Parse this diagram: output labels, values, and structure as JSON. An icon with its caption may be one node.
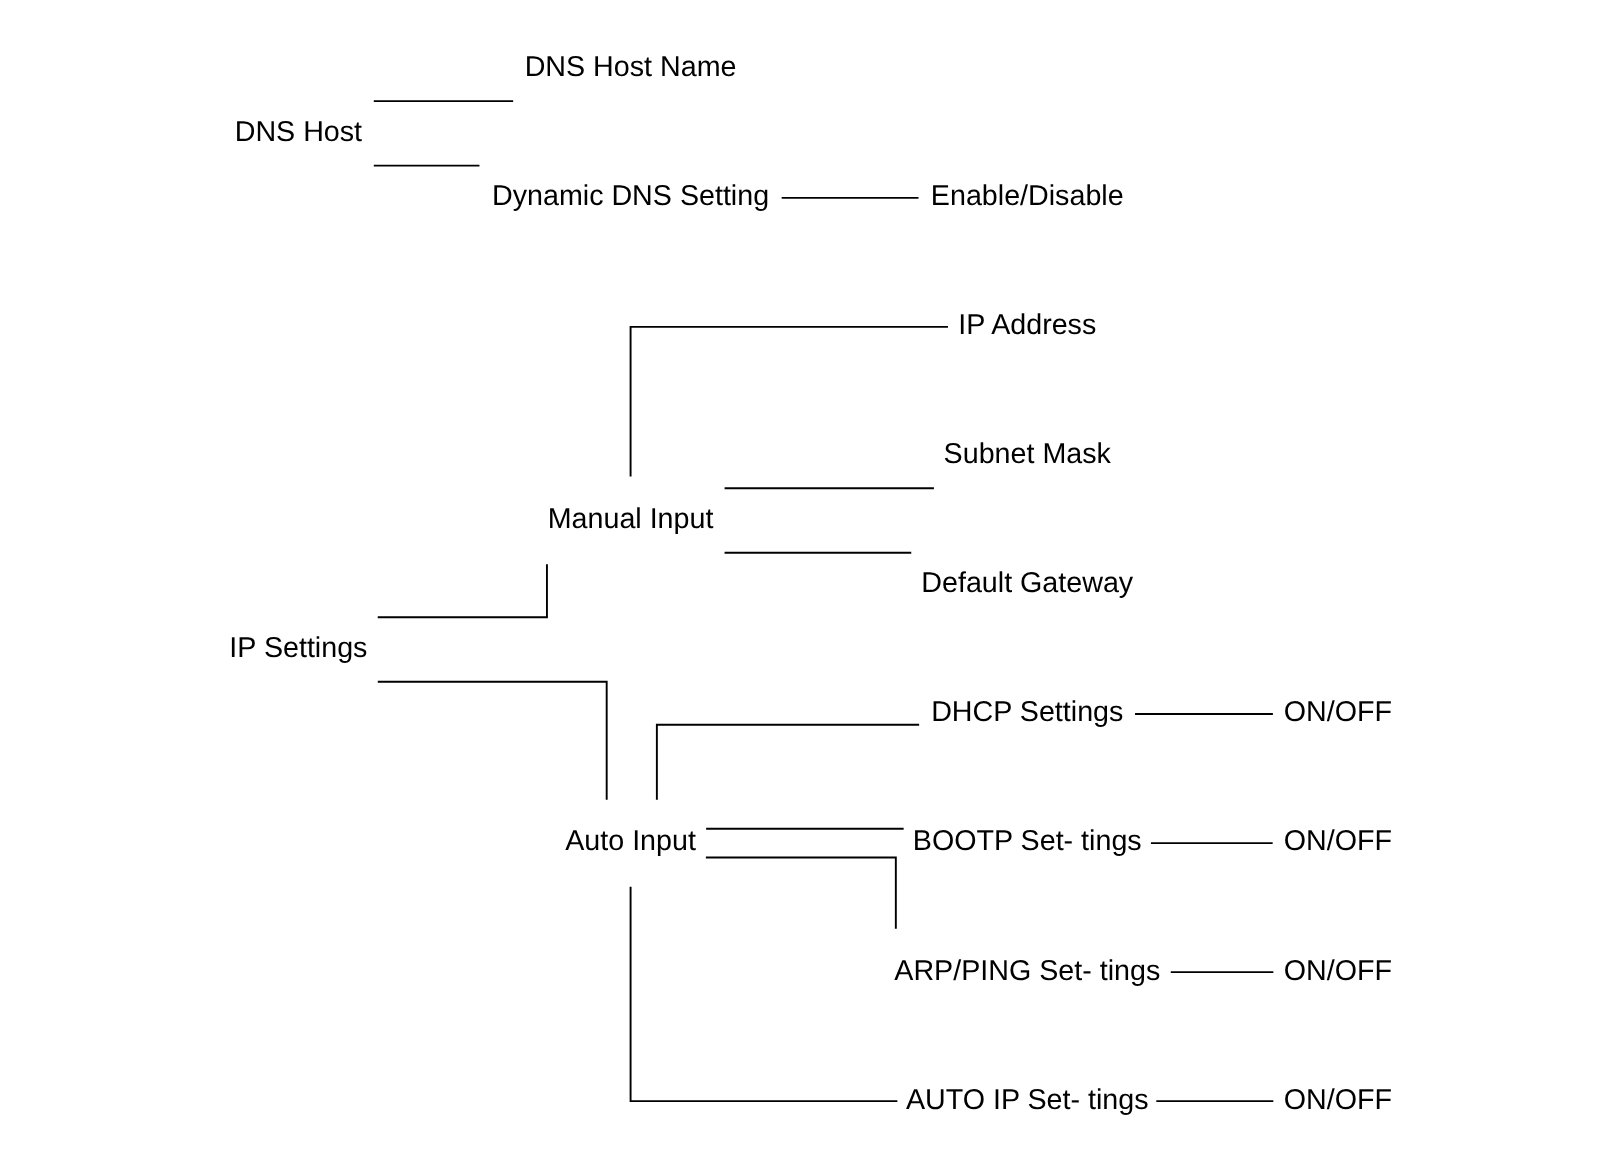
{
  "diagram": {
    "nodes": [
      {
        "text": [
          "IP Settings"
        ]
      },
      {
        "text": [
          "Manual Input"
        ]
      },
      {
        "text": [
          "IP Address"
        ]
      },
      {
        "text": [
          "Subnet Mask"
        ]
      },
      {
        "text": [
          "Default Gateway"
        ]
      },
      {
        "text": [
          "Auto Input"
        ]
      },
      {
        "text": [
          "DHCP Settings"
        ]
      },
      {
        "text": [
          "ON/OFF"
        ]
      },
      {
        "text": [
          "BOOTP Set- tings"
        ]
      },
      {
        "text": [
          "ON/OFF"
        ]
      },
      {
        "text": [
          "ARP/PING Set- tings"
        ]
      },
      {
        "text": [
          "ON/OFF"
        ]
      },
      {
        "text": [
          "AUTO IP Set- tings"
        ]
      },
      {
        "text": [
          "ON/OFF"
        ]
      },
      {
        "text": [
          "DNS Host"
        ]
      },
      {
        "text": [
          "DNS Host Name"
        ]
      },
      {
        "text": [
          "Dynamic DNS Setting"
        ]
      },
      {
        "text": [
          "Enable/Disable"
        ]
      }
    ],
    "edges": [
      {
        "from": 0,
        "to": 1,
        "arrow": "none"
      },
      {
        "from": 0,
        "to": 5,
        "arrow": "none"
      },
      {
        "from": 1,
        "to": 2,
        "arrow": "none"
      },
      {
        "from": 1,
        "to": 3,
        "arrow": "none"
      },
      {
        "from": 1,
        "to": 4,
        "arrow": "none"
      },
      {
        "from": 5,
        "to": 6,
        "arrow": "none"
      },
      {
        "from": 5,
        "to": 8,
        "arrow": "none"
      },
      {
        "from": 5,
        "to": 10,
        "arrow": "none"
      },
      {
        "from": 5,
        "to": 12,
        "arrow": "none"
      },
      {
        "from": 6,
        "to": 7,
        "arrow": "none"
      },
      {
        "from": 8,
        "to": 9,
        "arrow": "none"
      },
      {
        "from": 10,
        "to": 11,
        "arrow": "none"
      },
      {
        "from": 12,
        "to": 13,
        "arrow": "none"
      },
      {
        "from": 14,
        "to": 15,
        "arrow": "none"
      },
      {
        "from": 14,
        "to": 16,
        "arrow": "none"
      },
      {
        "from": 16,
        "to": 17,
        "arrow": "none"
      }
    ]
  }
}
